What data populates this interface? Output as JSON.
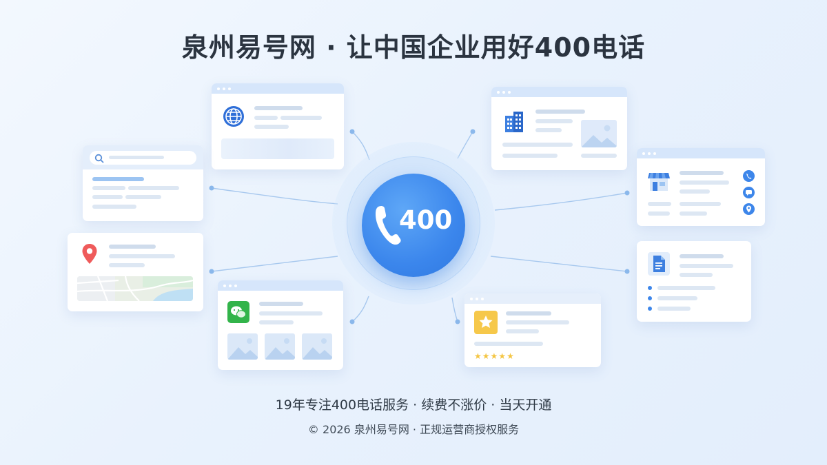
{
  "title": "泉州易号网 · 让中国企业用好400电话",
  "center": {
    "number": "400"
  },
  "cards": [
    {
      "name": "website-card",
      "icon": "globe-icon"
    },
    {
      "name": "search-card",
      "icon": "search-icon"
    },
    {
      "name": "map-card",
      "icon": "location-pin-icon"
    },
    {
      "name": "wechat-card",
      "icon": "wechat-icon"
    },
    {
      "name": "company-card",
      "icon": "building-icon"
    },
    {
      "name": "store-card",
      "icon": "storefront-icon"
    },
    {
      "name": "document-card",
      "icon": "document-icon"
    },
    {
      "name": "review-card",
      "icon": "star-icon",
      "rating": 5
    }
  ],
  "tagline": "19年专注400电话服务 · 续费不涨价 · 当天开通",
  "footer": "© 2026 泉州易号网 · 正规运营商授权服务",
  "colors": {
    "accent": "#3b86ec",
    "title": "#2b3440",
    "card_header": "#d6e6fb"
  }
}
